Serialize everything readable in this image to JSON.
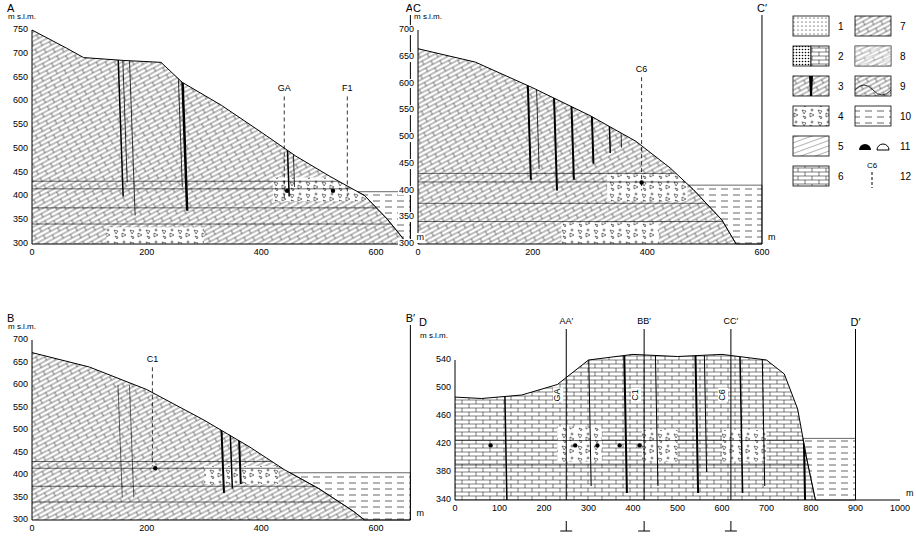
{
  "diagram": {
    "labels": [
      "A",
      "A′",
      "m s.l.m.",
      "750",
      "700",
      "650",
      "600",
      "550",
      "500",
      "450",
      "400",
      "350",
      "300",
      "0",
      "200",
      "400",
      "600",
      "m",
      "GA",
      "F1",
      "C",
      "C′",
      "m s.l.m.",
      "700",
      "650",
      "600",
      "550",
      "500",
      "450",
      "400",
      "350",
      "300",
      "0",
      "200",
      "400",
      "600",
      "m",
      "C6",
      "B",
      "B′",
      "m s.l.m.",
      "700",
      "650",
      "600",
      "550",
      "500",
      "450",
      "400",
      "350",
      "300",
      "0",
      "200",
      "400",
      "600",
      "m",
      "C1",
      "D",
      "D′",
      "m s.l.m.",
      "540",
      "500",
      "460",
      "420",
      "380",
      "340",
      "0",
      "100",
      "200",
      "300",
      "400",
      "500",
      "600",
      "700",
      "800",
      "900",
      "1000",
      "m",
      "AA′",
      "BB′",
      "CC′",
      "GA",
      "C1",
      "C6",
      "C6"
    ],
    "legend": [
      {
        "text": "1"
      },
      {
        "text": "2"
      },
      {
        "text": "3"
      },
      {
        "text": "4"
      },
      {
        "text": "5"
      },
      {
        "text": "6"
      },
      {
        "text": "7"
      },
      {
        "text": "8"
      },
      {
        "text": "9"
      },
      {
        "text": "10"
      },
      {
        "text": "11"
      },
      {
        "text": "12"
      }
    ]
  }
}
